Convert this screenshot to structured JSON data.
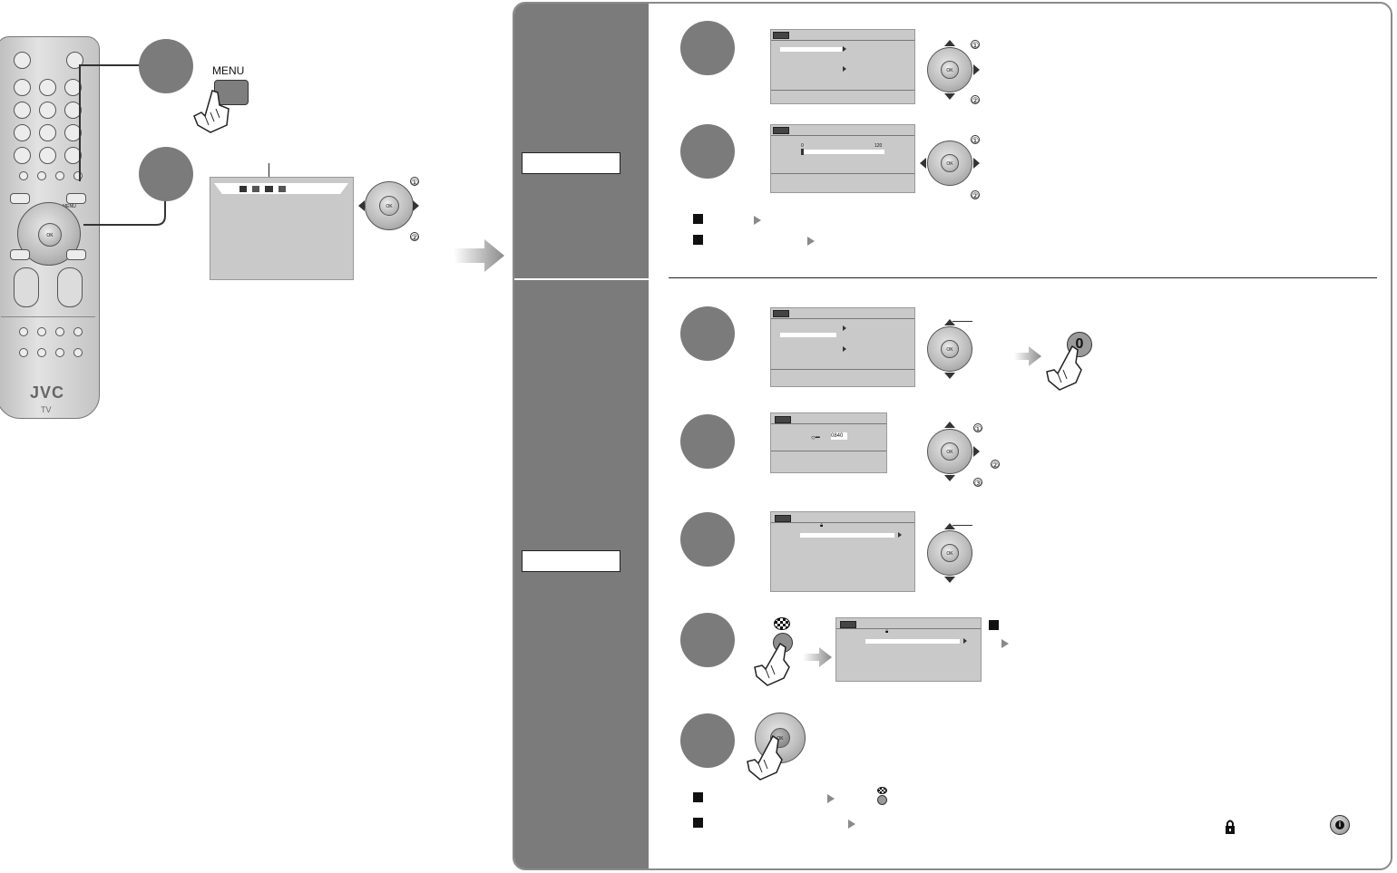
{
  "remote": {
    "brand": "JVC",
    "model_label": "TV",
    "menu_key_label": "MENU",
    "ok_label": "OK"
  },
  "menu_button_label": "MENU",
  "ok_label": "OK",
  "callouts": {
    "one": "①",
    "two": "②",
    "three": "③"
  },
  "steps": {
    "s2_screen": {
      "value_min": "0",
      "value_max": "120"
    },
    "s4_screen": {
      "code": "0840"
    },
    "zero_key": "0"
  },
  "colors": {
    "sidebar": "#7b7b7b",
    "step_circle": "#7b7b7b",
    "screen": "#c9c9c9",
    "panel_border": "#8a8a8a"
  },
  "icons": [
    "hand-press-icon",
    "ok-dpad-icon",
    "tv-menu-icon",
    "lock-icon",
    "info-icon",
    "colour-key-icon",
    "gray-right-arrow-icon",
    "key-icon"
  ]
}
